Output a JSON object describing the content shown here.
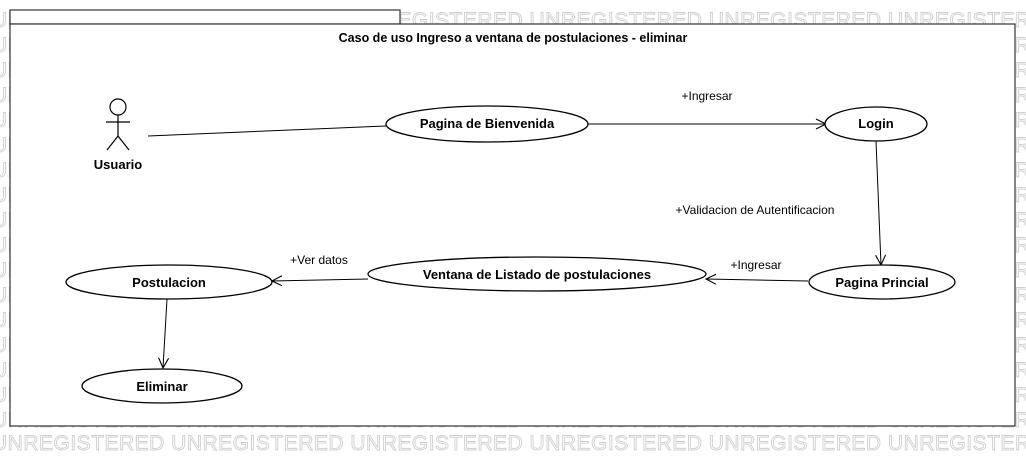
{
  "watermark": {
    "text": "UNREGISTERED"
  },
  "diagram": {
    "title": "Caso de uso Ingreso a ventana de postulaciones - eliminar",
    "actor": {
      "label": "Usuario"
    },
    "use_cases": {
      "bienvenida": "Pagina de Bienvenida",
      "login": "Login",
      "principal": "Pagina Princial",
      "listado": "Ventana de Listado de postulaciones",
      "postulacion": "Postulacion",
      "eliminar": "Eliminar"
    },
    "edges": {
      "bienvenida_login": "+Ingresar",
      "login_principal": "+Validacion de Autentificacion",
      "principal_listado": "+Ingresar",
      "listado_postulacion": "+Ver datos"
    }
  }
}
